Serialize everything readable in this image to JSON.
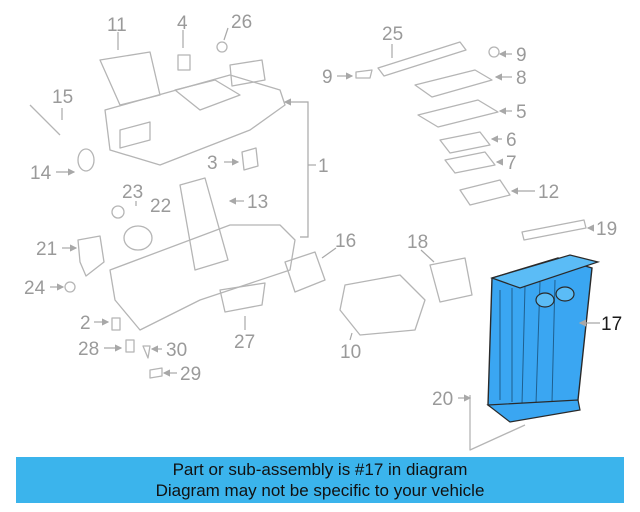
{
  "callouts": [
    "11",
    "4",
    "26",
    "25",
    "9",
    "9",
    "8",
    "15",
    "5",
    "6",
    "7",
    "14",
    "3",
    "1",
    "12",
    "23",
    "22",
    "13",
    "19",
    "21",
    "16",
    "18",
    "17",
    "24",
    "2",
    "27",
    "28",
    "30",
    "10",
    "29",
    "20"
  ],
  "highlighted_part": "17",
  "highlight_color": "#3aa6f2",
  "banner": {
    "line1": "Part or sub-assembly is #17 in diagram",
    "line2": "Diagram may not be specific to your vehicle",
    "color": "#3bb4ec"
  }
}
